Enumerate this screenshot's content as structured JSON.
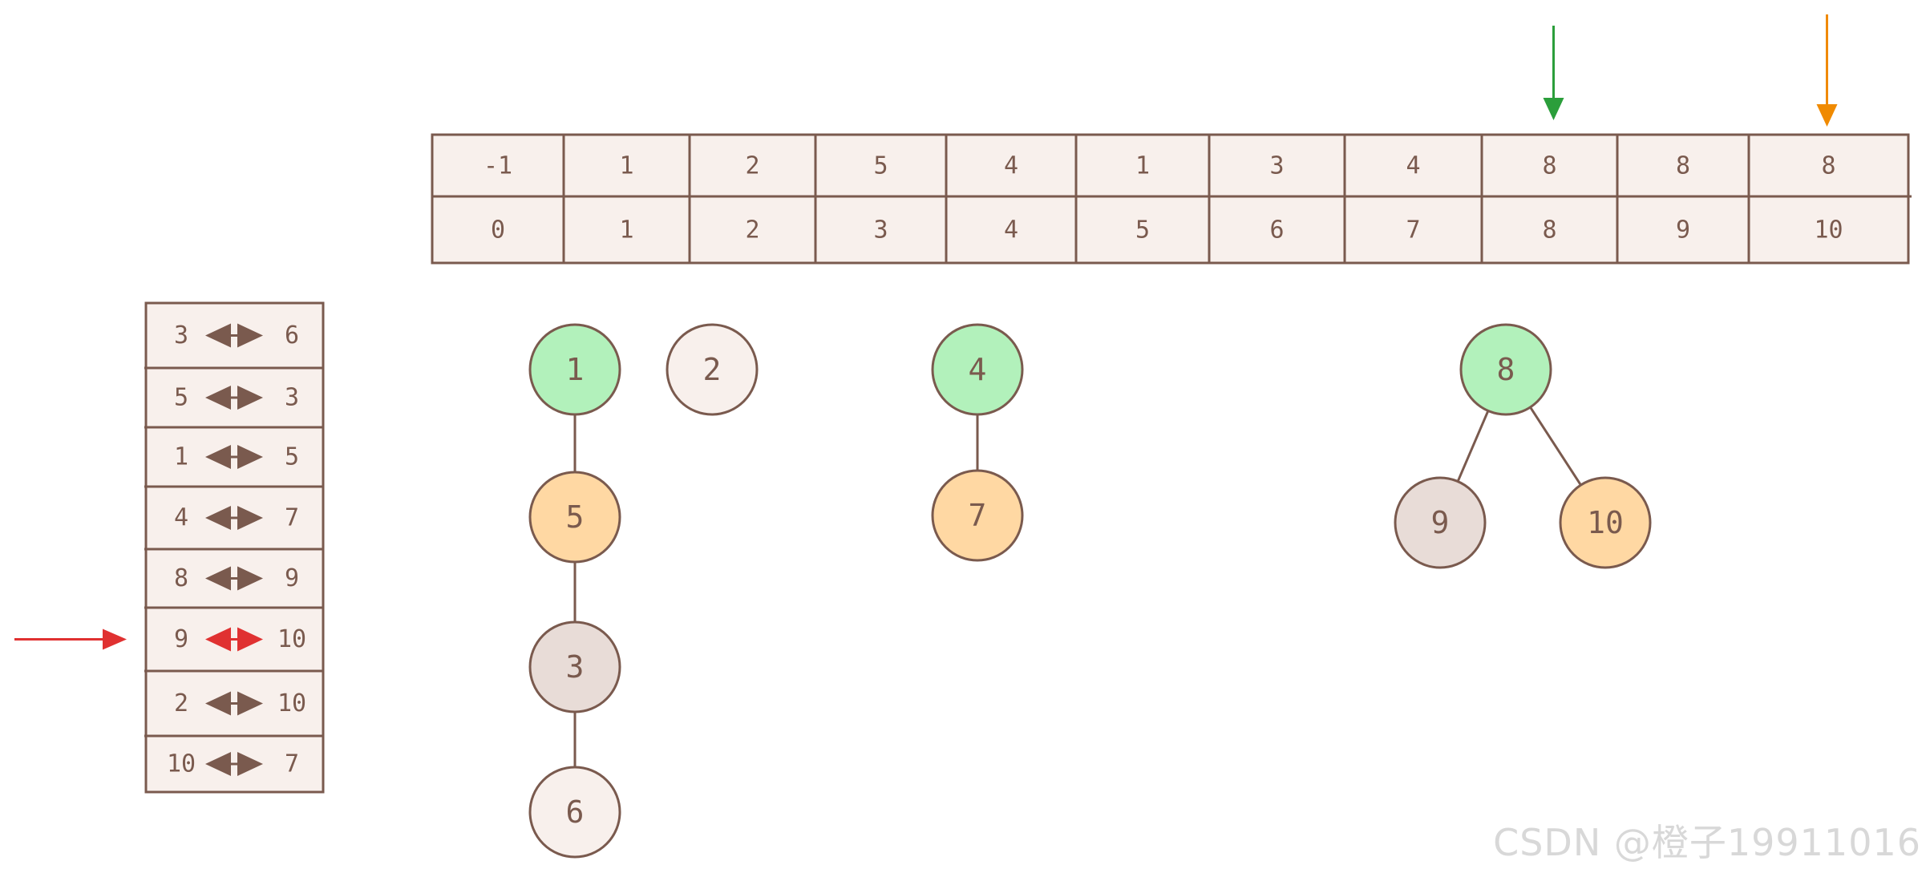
{
  "colors": {
    "stroke": "#7a5a4e",
    "cell_fill": "#f8f0ec",
    "green_node": "#b2f1bb",
    "orange_node": "#ffd8a3",
    "gray_node": "#e8dcd7",
    "plain_node": "#f8f0ec",
    "green_accent": "#2b9e3b",
    "orange_accent": "#f08a00",
    "red_accent": "#e03131"
  },
  "parent_array": {
    "values": [
      "-1",
      "1",
      "2",
      "5",
      "4",
      "1",
      "3",
      "4",
      "8",
      "8",
      "8"
    ],
    "indices": [
      "0",
      "1",
      "2",
      "3",
      "4",
      "5",
      "6",
      "7",
      "8",
      "9",
      "10"
    ],
    "green_pointer_index": 8,
    "orange_pointer_index": 10
  },
  "edges_list": [
    {
      "a": "3",
      "b": "6"
    },
    {
      "a": "5",
      "b": "3"
    },
    {
      "a": "1",
      "b": "5"
    },
    {
      "a": "4",
      "b": "7"
    },
    {
      "a": "8",
      "b": "9"
    },
    {
      "a": "9",
      "b": "10"
    },
    {
      "a": "2",
      "b": "10"
    },
    {
      "a": "10",
      "b": "7"
    }
  ],
  "current_edge_index": 5,
  "nodes": [
    {
      "id": "n1",
      "label": "1",
      "style": "green"
    },
    {
      "id": "n2",
      "label": "2",
      "style": "plain"
    },
    {
      "id": "n5",
      "label": "5",
      "style": "orange"
    },
    {
      "id": "n3",
      "label": "3",
      "style": "gray"
    },
    {
      "id": "n6",
      "label": "6",
      "style": "plain"
    },
    {
      "id": "n4",
      "label": "4",
      "style": "green"
    },
    {
      "id": "n7",
      "label": "7",
      "style": "orange"
    },
    {
      "id": "n8",
      "label": "8",
      "style": "green"
    },
    {
      "id": "n9",
      "label": "9",
      "style": "gray"
    },
    {
      "id": "n10",
      "label": "10",
      "style": "orange"
    }
  ],
  "links": [
    [
      "n1",
      "n5"
    ],
    [
      "n5",
      "n3"
    ],
    [
      "n3",
      "n6"
    ],
    [
      "n4",
      "n7"
    ],
    [
      "n8",
      "n9"
    ],
    [
      "n8",
      "n10"
    ]
  ],
  "watermark": "CSDN @橙子19911016"
}
